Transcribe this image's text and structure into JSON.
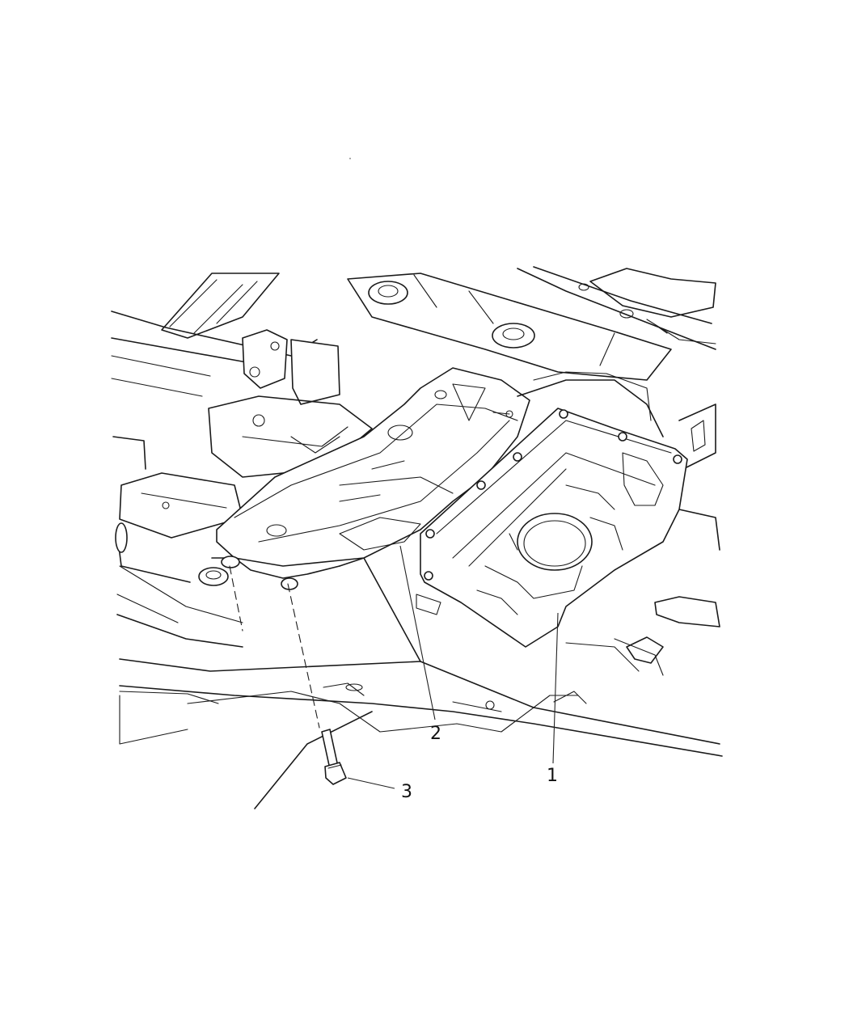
{
  "callouts": [
    {
      "id": "1",
      "label": "1",
      "part": "skid-plate"
    },
    {
      "id": "2",
      "label": "2",
      "part": "crossmember-bracket"
    },
    {
      "id": "3",
      "label": "3",
      "part": "bolt"
    }
  ],
  "colors": {
    "line": "#1a1a1a",
    "background": "#ffffff"
  }
}
